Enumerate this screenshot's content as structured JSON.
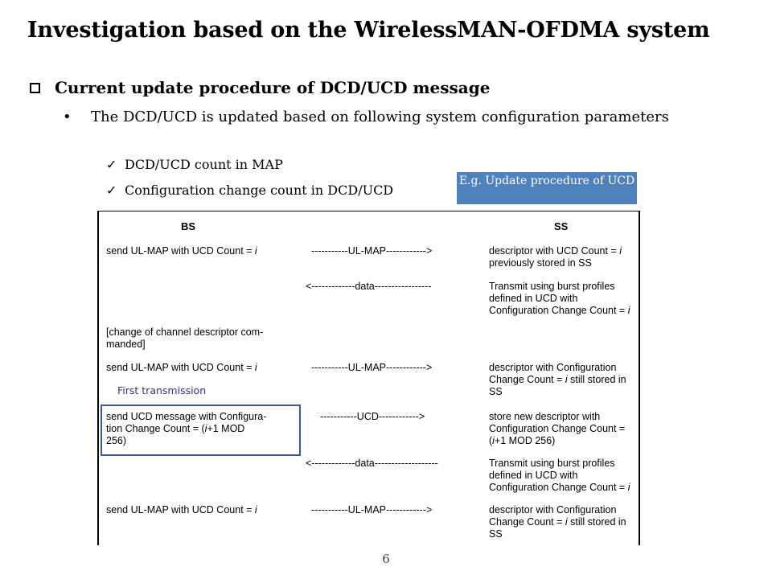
{
  "slide": {
    "title": "Investigation based on the WirelessMAN-OFDMA system",
    "heading": "Current update procedure of DCD/UCD message",
    "bullet": "The DCD/UCD is updated based on following system configuration parameters",
    "bullet_symbol": "•",
    "check_symbol": "✓",
    "subitems": [
      "DCD/UCD count in MAP",
      "Configuration change count in DCD/UCD"
    ],
    "callout": "E.g. Update procedure of UCD",
    "callout_color": "#4f81bd",
    "annotation": "First transmission",
    "page_number": "6"
  },
  "figure": {
    "header_bs": "BS",
    "header_ss": "SS",
    "bs_col": [
      {
        "lines": [
          "send UL-MAP with UCD Count = ",
          "i"
        ]
      },
      {
        "lines": [
          "[change of channel descriptor com-",
          "manded]"
        ]
      },
      {
        "lines": [
          "send UL-MAP with UCD Count = ",
          "i"
        ]
      },
      {
        "lines": [
          "send UCD message with Configura-",
          "tion Change Count = (",
          "i",
          "+1 MOD",
          "256)"
        ]
      },
      {
        "lines": [
          "send UL-MAP with UCD Count = ",
          "i"
        ]
      }
    ],
    "arrows": [
      "-----------UL-MAP------------>",
      "<-------------data-----------------",
      "-----------UL-MAP------------>",
      "-----------UCD------------>",
      "<-------------data-------------------",
      "-----------UL-MAP------------>"
    ],
    "ss_col": [
      [
        "descriptor with UCD Count = ",
        "i",
        "previously stored in SS"
      ],
      [
        "Transmit using burst profiles",
        "defined in UCD with",
        "Configuration Change Count = ",
        "i"
      ],
      [
        "descriptor with Configuration",
        "Change Count = ",
        "i",
        " still stored in",
        "SS"
      ],
      [
        "store new descriptor with",
        "Configuration Change Count =",
        "(",
        "i",
        "+1 MOD 256)"
      ],
      [
        "Transmit using burst profiles",
        "defined in UCD with",
        "Configuration Change Count = ",
        "i"
      ],
      [
        "descriptor with Configuration",
        "Change Count = ",
        "i",
        " still stored in",
        "SS"
      ]
    ]
  }
}
